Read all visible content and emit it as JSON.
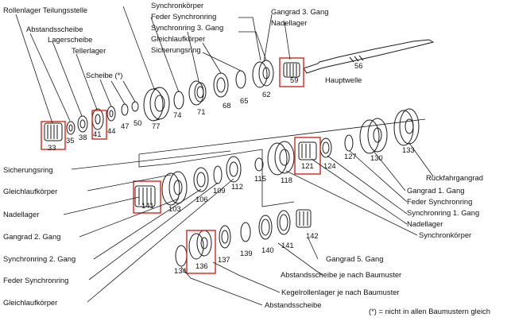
{
  "labels": {
    "rollenlager": "Rollenlager Teilungsstelle",
    "abstandsscheibe_top": "Abstandsscheibe",
    "lagerscheibe": "Lagerscheibe",
    "tellerlager": "Tellerlager",
    "scheibe": "Scheibe (*)",
    "synchronkoerper_top": "Synchronkörper",
    "feder_top": "Feder Synchronring",
    "synchronring3": "Synchronring 3. Gang",
    "gleichlauf_top": "Gleichlaufkörper",
    "sicherung_top": "Sicherungsring",
    "gangrad3": "Gangrad 3. Gang",
    "nadellager_top": "Nadellager",
    "hauptwelle": "Hauptwelle",
    "sicherung_mid": "Sicherungsring",
    "gleichlauf_mid": "Gleichlaufkörper",
    "nadellager_left": "Nadellager",
    "gangrad2": "Gangrad 2. Gang",
    "synchronring2": "Synchronring 2. Gang",
    "feder_bottom": "Feder Synchronring",
    "gleichlauf_bottom": "Gleichlaufkörper",
    "rueckfahrgangrad": "Rückfahrgangrad",
    "gangrad1": "Gangrad 1. Gang",
    "feder_right": "Feder Synchronring",
    "synchronring1": "Synchronring 1. Gang",
    "nadellager_right": "Nadellager",
    "synchronkoerper_right": "Synchronkörper",
    "gangrad5": "Gangrad 5. Gang",
    "abstandsscheibe_bm": "Abstandsscheibe je nach Baumuster",
    "kegelrollenlager": "Kegelrollenlager je nach Baumuster",
    "abstandsscheibe_bottom": "Abstandsscheibe",
    "footnote": "(*) = nicht in allen Baumustern gleich"
  },
  "part_numbers": {
    "p33": "33",
    "p35": "35",
    "p38": "38",
    "p41": "41",
    "p44": "44",
    "p47": "47",
    "p50": "50",
    "p77": "77",
    "p74": "74",
    "p71": "71",
    "p68": "68",
    "p65": "65",
    "p62": "62",
    "p59": "59",
    "p56": "56",
    "p141": "141",
    "p103": "103",
    "p106": "106",
    "p109": "109",
    "p112": "112",
    "p115": "115",
    "p118": "118",
    "p121": "121",
    "p124": "124",
    "p127": "127",
    "p130": "130",
    "p133": "133",
    "p134": "134",
    "p136": "136",
    "p137": "137",
    "p139": "139",
    "p140": "140",
    "p141b": "141",
    "p142": "142"
  },
  "colors": {
    "highlight": "#d4261e",
    "ink": "#1a1a1a"
  }
}
